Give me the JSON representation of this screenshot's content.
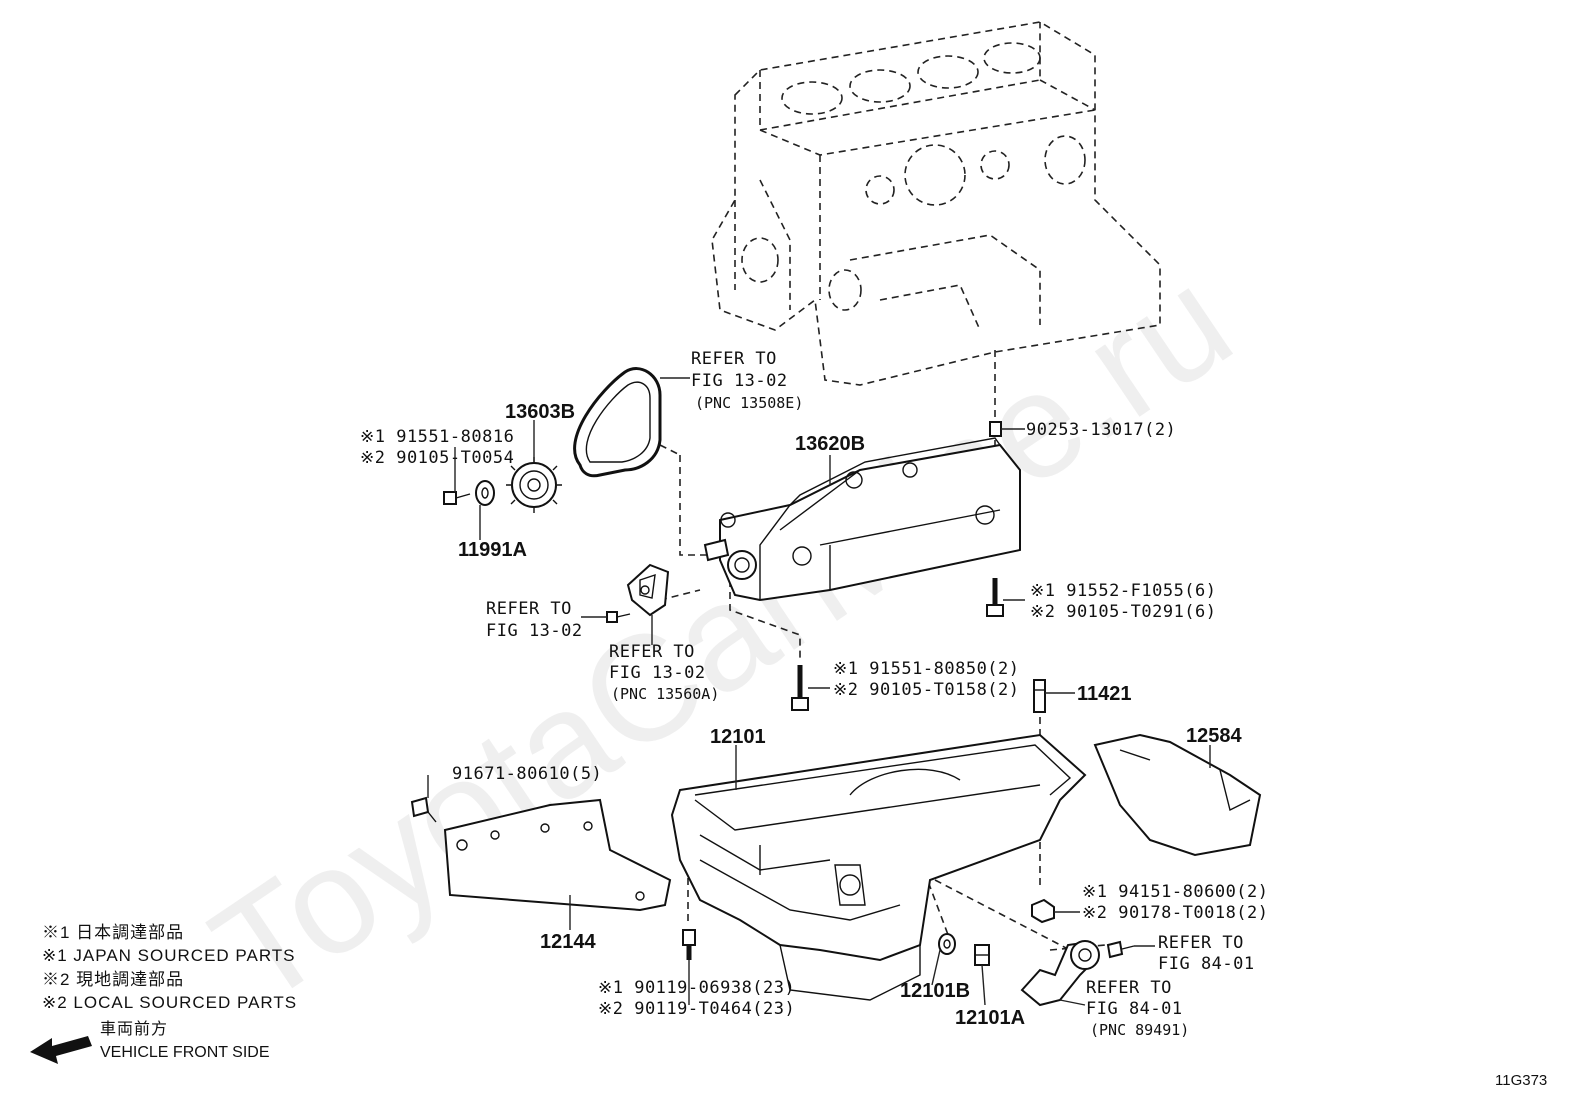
{
  "watermark": "ToyotaCarMine.ru",
  "figure_code": "11G373",
  "legend": {
    "line1": "※1 日本調達部品",
    "line2": "※1 JAPAN SOURCED PARTS",
    "line3": "※2 現地調達部品",
    "line4": "※2 LOCAL SOURCED PARTS",
    "front_jp": "車両前方",
    "front_en": "VEHICLE FRONT SIDE"
  },
  "parts": {
    "p13603B": "13603B",
    "p13620B": "13620B",
    "p11991A": "11991A",
    "p11421": "11421",
    "p12101": "12101",
    "p12584": "12584",
    "p12144": "12144",
    "p12101B": "12101B",
    "p12101A": "12101A"
  },
  "callouts": {
    "chain_ref1": "REFER TO",
    "chain_ref2": "FIG 13-02",
    "chain_ref3": "(PNC 13508E)",
    "sprocket_bolt1": "※1 91551-80816",
    "sprocket_bolt2": "※2 90105-T0054",
    "stud_90253": "90253-13017(2)",
    "bolt_pump1": "※1 91552-F1055(6)",
    "bolt_pump2": "※2 90105-T0291(6)",
    "ref_left1": "REFER TO",
    "ref_left2": "FIG 13-02",
    "ref_mid1": "REFER TO",
    "ref_mid2": "FIG 13-02",
    "ref_mid3": "(PNC 13560A)",
    "bolt_mid1": "※1 91551-80850(2)",
    "bolt_mid2": "※2 90105-T0158(2)",
    "bolt_91671": "91671-80610(5)",
    "nut1": "※1 94151-80600(2)",
    "nut2": "※2 90178-T0018(2)",
    "ref_84a1": "REFER TO",
    "ref_84a2": "FIG 84-01",
    "ref_84b1": "REFER TO",
    "ref_84b2": "FIG 84-01",
    "ref_84b3": "(PNC 89491)",
    "bolt_pan1": "※1 90119-06938(23)",
    "bolt_pan2": "※2 90119-T0464(23)"
  }
}
